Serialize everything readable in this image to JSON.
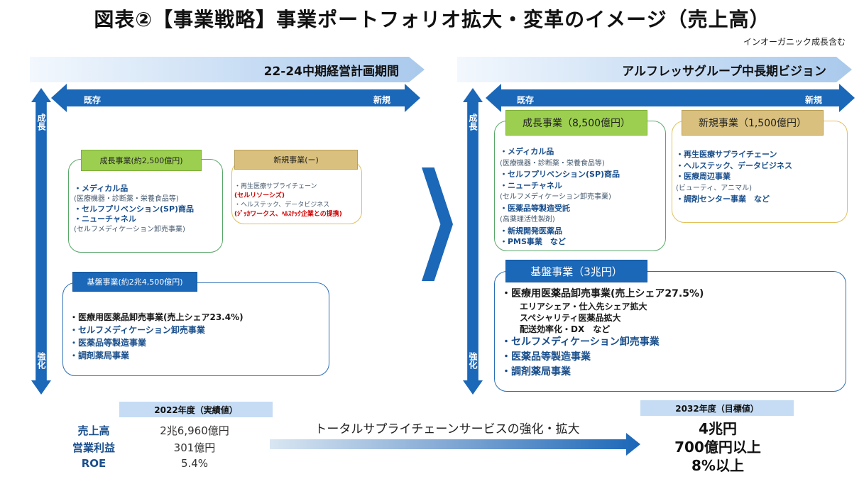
{
  "header": {
    "title": "図表②【事業戦略】事業ポートフォリオ拡大・変革のイメージ（売上高）",
    "note": "インオーガニック成長含む"
  },
  "left": {
    "banner": "22-24中期経営計画期間",
    "axis": {
      "existing": "既存",
      "new": "新規",
      "growth": "成長",
      "strengthen": "強化"
    },
    "growth_box": {
      "tag": "成長事業(約2,500億円)",
      "lines": [
        {
          "style": "b",
          "text": "・メディカル品"
        },
        {
          "style": "s",
          "text": "(医療機器・診断薬・栄養食品等)"
        },
        {
          "style": "b",
          "text": "・セルフプリベンション(SP)商品"
        },
        {
          "style": "b",
          "text": "・ニューチャネル"
        },
        {
          "style": "s",
          "text": "(セルフメディケーション卸売事業)"
        }
      ]
    },
    "new_box": {
      "tag": "新規事業(ー)",
      "lines": [
        {
          "style": "g",
          "text": "・再生医療サプライチェーン"
        },
        {
          "style": "r",
          "text": "(セルリソーシズ)"
        },
        {
          "style": "g",
          "text": "・ヘルステック、データビジネス"
        },
        {
          "style": "r",
          "text": "(ｼﾞｯｶワークス、ﾍﾙｽﾃｯｸ企業との提携)"
        }
      ]
    },
    "base_box": {
      "tag": "基盤事業(約2兆4,500億円)",
      "lines": [
        {
          "style": "k",
          "text": "・医療用医薬品卸売事業(売上シェア23.4%)"
        },
        {
          "style": "b",
          "text": "・セルフメディケーション卸売事業"
        },
        {
          "style": "b",
          "text": "・医薬品等製造事業"
        },
        {
          "style": "b",
          "text": "・調剤薬局事業"
        }
      ]
    }
  },
  "right": {
    "banner": "アルフレッサグループ中長期ビジョン",
    "axis": {
      "existing": "既存",
      "new": "新規",
      "growth": "成長",
      "strengthen": "強化"
    },
    "growth_box": {
      "tag": "成長事業（8,500億円）",
      "lines": [
        {
          "style": "b",
          "text": "・メディカル品"
        },
        {
          "style": "s",
          "text": "(医療機器・診断薬・栄養食品等)"
        },
        {
          "style": "b",
          "text": "・セルフプリベンション(SP)商品"
        },
        {
          "style": "b",
          "text": "・ニューチャネル"
        },
        {
          "style": "s",
          "text": "(セルフメディケーション卸売事業)"
        },
        {
          "style": "b",
          "text": "・医薬品等製造受託"
        },
        {
          "style": "s",
          "text": "(高薬理活性製剤)"
        },
        {
          "style": "b",
          "text": "・新規開発医薬品"
        },
        {
          "style": "b",
          "text": "・PMS事業　など"
        }
      ]
    },
    "new_box": {
      "tag": "新規事業（1,500億円）",
      "lines": [
        {
          "style": "b",
          "text": "・再生医療サプライチェーン"
        },
        {
          "style": "b",
          "text": "・ヘルステック、データビジネス"
        },
        {
          "style": "b",
          "text": "・医療周辺事業"
        },
        {
          "style": "s",
          "text": "(ビューティ、アニマル)"
        },
        {
          "style": "b",
          "text": "・調剤センター事業　など"
        }
      ]
    },
    "base_box": {
      "tag": "基盤事業（3兆円）",
      "lines": [
        {
          "style": "k",
          "text": "・医療用医薬品卸売事業(売上シェア27.5%)"
        },
        {
          "style": "ki",
          "text": "エリアシェア・仕入先シェア拡大"
        },
        {
          "style": "ki",
          "text": "スペシャリティ医薬品拡大"
        },
        {
          "style": "ki",
          "text": "配送効率化・DX　など"
        },
        {
          "style": "bb",
          "text": "・セルフメディケーション卸売事業"
        },
        {
          "style": "bb",
          "text": "・医薬品等製造事業"
        },
        {
          "style": "bb",
          "text": "・調剤薬局事業"
        }
      ]
    }
  },
  "results": {
    "year_label": "2022年度（実績値）",
    "labels": [
      "売上高",
      "営業利益",
      "ROE"
    ],
    "values": [
      "2兆6,960億円",
      "301億円",
      "5.4%"
    ]
  },
  "transition": {
    "label": "トータルサプライチェーンサービスの強化・拡大"
  },
  "targets": {
    "year_label": "2032年度（目標値）",
    "values": [
      "4兆円",
      "700億円以上",
      "8%以上"
    ]
  }
}
